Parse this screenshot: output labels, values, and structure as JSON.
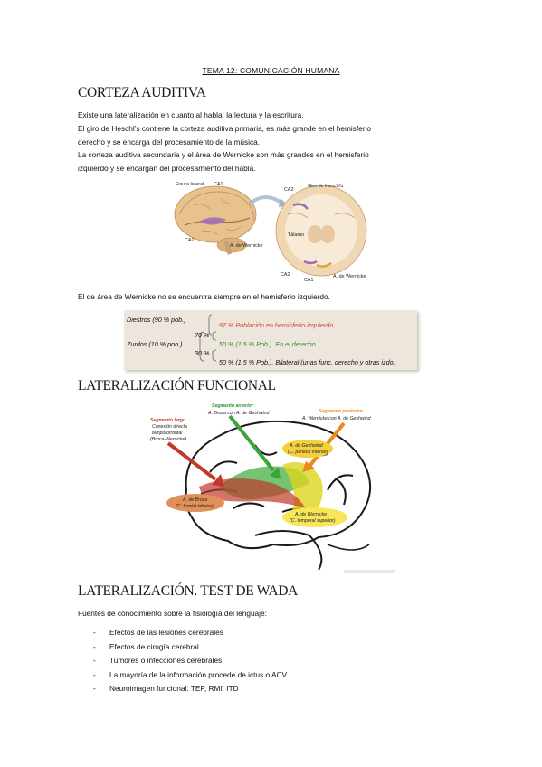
{
  "doc_title": "TEMA 12: COMUNICACIÓN HUMANA",
  "section1": {
    "heading": "CORTEZA AUDITIVA",
    "paragraph_lines": [
      "Existe una lateralización en cuanto al habla, la lectura y la escritura.",
      "El giro de Heschl’s contiene la corteza auditiva primaria, es más grande en el hemisferio",
      "derecho y se encarga del procesamiento de la música.",
      "La corteza auditiva secundaria y el área de Wernicke son más grandes en el hemisferio",
      "izquierdo y se encargan del procesamiento del habla."
    ],
    "figure_labels": {
      "fisura": "Fisura lateral",
      "ca1_left": "CA1",
      "ca2_left": "CA2",
      "wernicke_left": "A. de Wernicke",
      "giro": "Giro de Heschl's",
      "ca2_right": "CA2",
      "talamo": "Tálamo",
      "ca2_bottom": "CA2",
      "ca1_bottom": "CA1",
      "wernicke_right": "A. de Wernicke"
    },
    "note": "El de área de Wernicke no se encuentra siempre en el hemisferio izquierdo."
  },
  "lateral_table": {
    "diestros": "Diestros (90 % pob.)",
    "diestros_result": "97 % Población en hemisferio izquierdo",
    "zurdos": "Zurdos (10 % pob.)",
    "z70": "70 %",
    "z70_result": "50 % (1,5 % Pob.). En el derecho",
    "z30": "30 %",
    "z30_result": "50 % (1,5 % Pob.). Bilateral (unas func. derecho y otras izdo."
  },
  "section2": {
    "heading": "LATERALIZACIÓN FUNCIONAL",
    "labels": {
      "seg_anterior": "Segmento anterior",
      "seg_anterior_sub": "A. Broca con A. de Geshwind",
      "seg_largo": "Segmento largo",
      "seg_largo_sub1": "Conexión directa",
      "seg_largo_sub2": "temporofrontal",
      "seg_largo_sub3": "(Broca-Wernicke)",
      "seg_posterior": "Segmento posterior",
      "seg_posterior_sub": "A. Wernicke con A. de Geshwind",
      "geshwind1": "A. de Geshwind",
      "geshwind2": "(C. parietal inferior)",
      "broca1": "A. de Broca",
      "broca2": "(C. frontal inferior)",
      "wernicke1": "A. de Wernicke",
      "wernicke2": "(C. temporal superior)"
    },
    "colors": {
      "red": "#c0392b",
      "green": "#3aa63a",
      "yellow": "#d9d21f",
      "orange": "#e98a1e"
    }
  },
  "section3": {
    "heading": "LATERALIZACIÓN. TEST DE WADA",
    "intro": "Fuentes de conocimiento sobre la fisiología del lenguaje:",
    "items": [
      "Efectos de las lesiones cerebrales",
      "Efectos de cirugía cerebral",
      "Tumores o infecciones cerebrales",
      "La mayoría de la información procede de ictus o ACV",
      "Neuroimagen funcional: TEP, RMf, fTD"
    ],
    "bullet": "-"
  }
}
